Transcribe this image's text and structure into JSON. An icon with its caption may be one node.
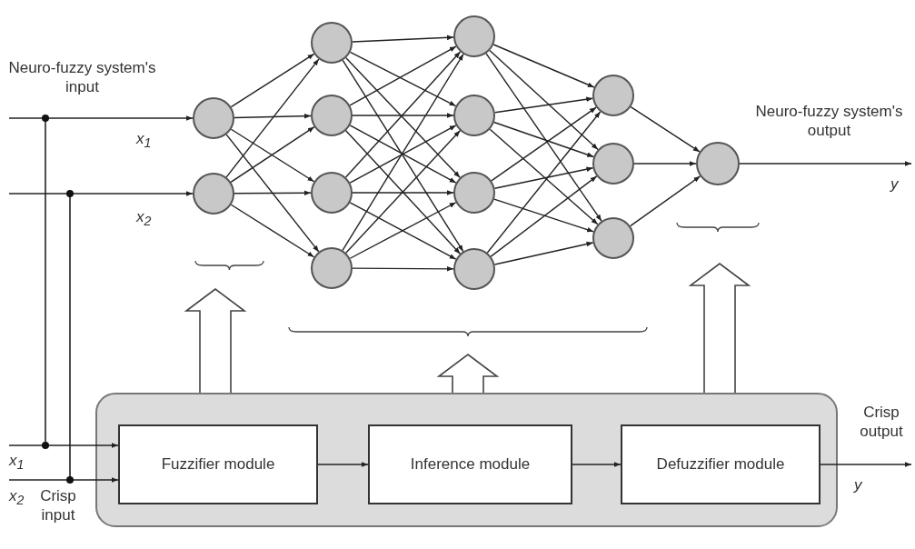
{
  "diagram": {
    "nodes": [
      {
        "text": [],
        "shape": "circle"
      },
      {
        "text": [],
        "shape": "circle"
      },
      {
        "text": [],
        "shape": "circle"
      },
      {
        "text": [],
        "shape": "circle"
      },
      {
        "text": [],
        "shape": "circle"
      },
      {
        "text": [],
        "shape": "circle"
      },
      {
        "text": [],
        "shape": "circle"
      },
      {
        "text": [],
        "shape": "circle"
      },
      {
        "text": [],
        "shape": "circle"
      },
      {
        "text": [],
        "shape": "circle"
      },
      {
        "text": [],
        "shape": "circle"
      },
      {
        "text": [],
        "shape": "circle"
      },
      {
        "text": [],
        "shape": "circle"
      },
      {
        "text": [],
        "shape": "circle"
      },
      {
        "text": [],
        "shape": "box"
      },
      {
        "text": [
          "Fuzzifier module"
        ],
        "in": 14
      },
      {
        "text": [
          "Inference module"
        ],
        "in": 14
      },
      {
        "text": [
          "Defuzzifier module"
        ],
        "in": 14
      }
    ],
    "edges": [
      {
        "from": null,
        "to": 0,
        "arrow": "to"
      },
      {
        "from": null,
        "to": 1,
        "arrow": "to"
      },
      {
        "from": 0,
        "to": 2,
        "arrow": "to"
      },
      {
        "from": 0,
        "to": 3,
        "arrow": "to"
      },
      {
        "from": 0,
        "to": 4,
        "arrow": "to"
      },
      {
        "from": 0,
        "to": 5,
        "arrow": "to"
      },
      {
        "from": 1,
        "to": 2,
        "arrow": "to"
      },
      {
        "from": 1,
        "to": 3,
        "arrow": "to"
      },
      {
        "from": 1,
        "to": 4,
        "arrow": "to"
      },
      {
        "from": 1,
        "to": 5,
        "arrow": "to"
      },
      {
        "from": 2,
        "to": 6,
        "arrow": "to"
      },
      {
        "from": 2,
        "to": 7,
        "arrow": "to"
      },
      {
        "from": 2,
        "to": 8,
        "arrow": "to"
      },
      {
        "from": 2,
        "to": 9,
        "arrow": "to"
      },
      {
        "from": 3,
        "to": 6,
        "arrow": "to"
      },
      {
        "from": 3,
        "to": 7,
        "arrow": "to"
      },
      {
        "from": 3,
        "to": 8,
        "arrow": "to"
      },
      {
        "from": 3,
        "to": 9,
        "arrow": "to"
      },
      {
        "from": 4,
        "to": 6,
        "arrow": "to"
      },
      {
        "from": 4,
        "to": 7,
        "arrow": "to"
      },
      {
        "from": 4,
        "to": 8,
        "arrow": "to"
      },
      {
        "from": 4,
        "to": 9,
        "arrow": "to"
      },
      {
        "from": 5,
        "to": 6,
        "arrow": "to"
      },
      {
        "from": 5,
        "to": 7,
        "arrow": "to"
      },
      {
        "from": 5,
        "to": 8,
        "arrow": "to"
      },
      {
        "from": 5,
        "to": 9,
        "arrow": "to"
      },
      {
        "from": 6,
        "to": 10,
        "arrow": "to"
      },
      {
        "from": 6,
        "to": 11,
        "arrow": "to"
      },
      {
        "from": 6,
        "to": 12,
        "arrow": "to"
      },
      {
        "from": 7,
        "to": 10,
        "arrow": "to"
      },
      {
        "from": 7,
        "to": 11,
        "arrow": "to"
      },
      {
        "from": 7,
        "to": 12,
        "arrow": "to"
      },
      {
        "from": 8,
        "to": 10,
        "arrow": "to"
      },
      {
        "from": 8,
        "to": 11,
        "arrow": "to"
      },
      {
        "from": 8,
        "to": 12,
        "arrow": "to"
      },
      {
        "from": 9,
        "to": 10,
        "arrow": "to"
      },
      {
        "from": 9,
        "to": 11,
        "arrow": "to"
      },
      {
        "from": 9,
        "to": 12,
        "arrow": "to"
      },
      {
        "from": 10,
        "to": 13,
        "arrow": "to"
      },
      {
        "from": 11,
        "to": 13,
        "arrow": "to"
      },
      {
        "from": 12,
        "to": 13,
        "arrow": "to"
      },
      {
        "from": 13,
        "to": null,
        "arrow": "to"
      },
      {
        "from": null,
        "to": 15,
        "arrow": "to"
      },
      {
        "from": null,
        "to": 15,
        "arrow": "to"
      },
      {
        "from": 15,
        "to": 16,
        "arrow": "to"
      },
      {
        "from": 16,
        "to": 17,
        "arrow": "to"
      },
      {
        "from": 17,
        "to": null,
        "arrow": "to"
      },
      {
        "from": 14,
        "to": null,
        "arrow": "to",
        "style": "thick"
      },
      {
        "from": 14,
        "to": null,
        "arrow": "to",
        "style": "thick"
      },
      {
        "from": 14,
        "to": null,
        "arrow": "to",
        "style": "thick"
      }
    ],
    "labels": [
      "Neuro-fuzzy system's input",
      "*x*$_{1}$",
      "*x*$_{2}$",
      "Neuro-fuzzy system's output",
      "y",
      "Crisp output",
      "y",
      "*x*$_{1}$",
      "*x*$_{2}$",
      "Crisp input"
    ]
  }
}
